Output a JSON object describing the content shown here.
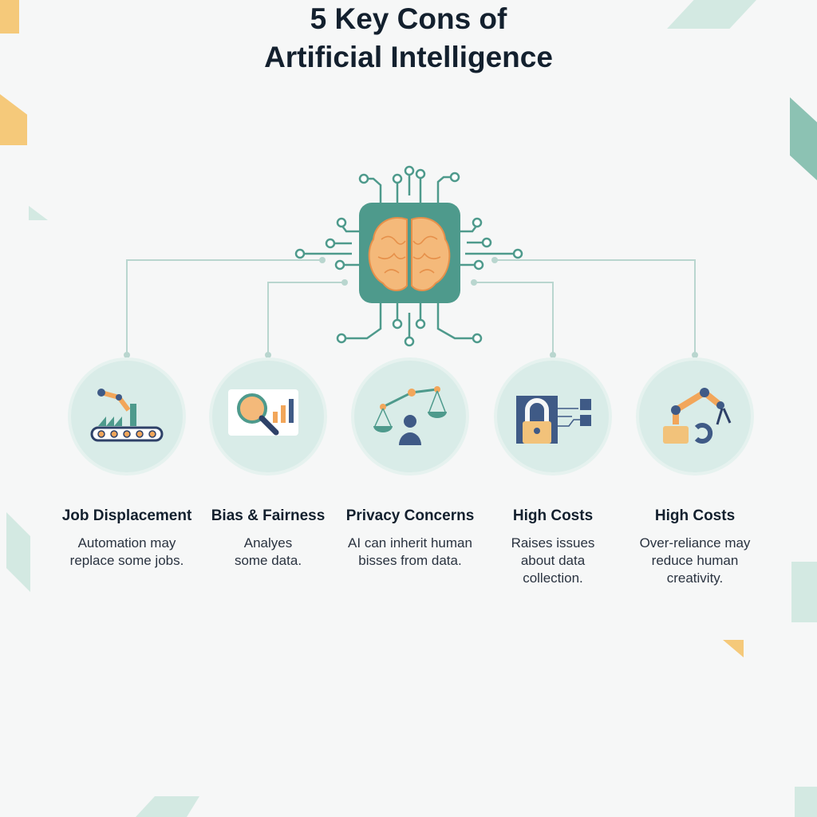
{
  "title": {
    "line1": "5 Key Cons of",
    "line2": "Artificial Intelligence"
  },
  "colors": {
    "teal": "#4e9a8c",
    "orange": "#f2a65a",
    "navy": "#3f5a86",
    "text": "#13202e"
  },
  "cards": [
    {
      "title": "Job Displacement",
      "desc": "Automation may replace some jobs.",
      "icon": "factory-robot-arm-icon"
    },
    {
      "title": "Bias & Fairness",
      "desc": "Analyes some data.",
      "icon": "magnifier-brain-chart-icon"
    },
    {
      "title": "Privacy Concerns",
      "desc": "AI can inherit human bisses from data.",
      "icon": "scales-person-icon"
    },
    {
      "title": "High Costs",
      "desc": "Raises issues about data collection.",
      "icon": "padlock-data-icon"
    },
    {
      "title": "High Costs",
      "desc": "Over-reliance may reduce human creativity.",
      "icon": "robot-arm-icon"
    }
  ]
}
